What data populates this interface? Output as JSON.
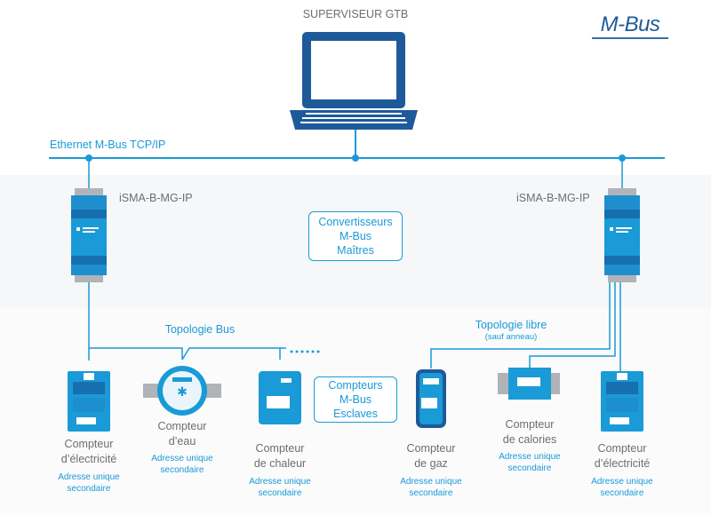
{
  "header": {
    "supervisor_title": "SUPERVISEUR GTB",
    "logo_text": "M-Bus"
  },
  "network": {
    "ethernet_label": "Ethernet M-Bus TCP/IP"
  },
  "masters": {
    "left_label": "iSMA-B-MG-IP",
    "right_label": "iSMA-B-MG-IP",
    "box_line1": "Convertisseurs",
    "box_line2": "M-Bus",
    "box_line3": "Maîtres"
  },
  "topologies": {
    "bus_label": "Topologie Bus",
    "free_label": "Topologie libre",
    "free_note": "(sauf anneau)"
  },
  "slaves_box": {
    "line1": "Compteurs",
    "line2": "M-Bus",
    "line3": "Esclaves"
  },
  "meters": [
    {
      "name1": "Compteur",
      "name2": "d’électricité",
      "addr1": "Adresse unique",
      "addr2": "secondaire"
    },
    {
      "name1": "Compteur",
      "name2": "d’eau",
      "addr1": "Adresse unique",
      "addr2": "secondaire"
    },
    {
      "name1": "Compteur",
      "name2": "de chaleur",
      "addr1": "Adresse unique",
      "addr2": "secondaire"
    },
    {
      "name1": "Compteur",
      "name2": "de gaz",
      "addr1": "Adresse unique",
      "addr2": "secondaire"
    },
    {
      "name1": "Compteur",
      "name2": "de calories",
      "addr1": "Adresse unique",
      "addr2": "secondaire"
    },
    {
      "name1": "Compteur",
      "name2": "d’électricité",
      "addr1": "Adresse unique",
      "addr2": "secondaire"
    }
  ],
  "colors": {
    "accent": "#1a9ad6",
    "dark_blue": "#1e5a9a",
    "text_gray": "#6d6e71",
    "band": "#f5f6f8"
  }
}
